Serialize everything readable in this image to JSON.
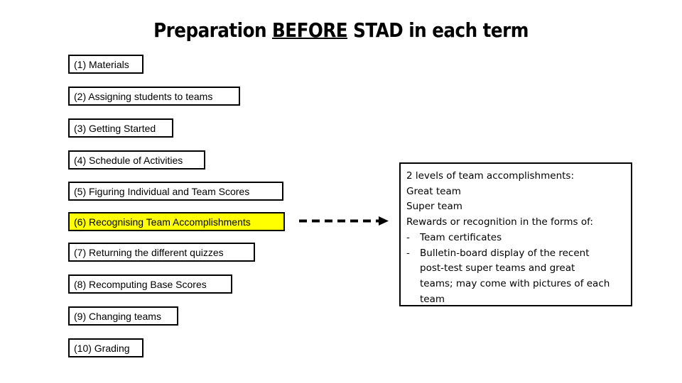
{
  "slide": {
    "title_prefix": "Preparation ",
    "title_underlined": "BEFORE",
    "title_suffix": " STAD in each term",
    "background_color": "#ffffff",
    "text_color": "#000000",
    "highlight_color": "#FFFF00"
  },
  "steps": [
    {
      "number": "(1)",
      "label": "(1) Materials",
      "highlighted": false
    },
    {
      "number": "(2)",
      "label": "(2) Assigning students to teams",
      "highlighted": false
    },
    {
      "number": "(3)",
      "label": "(3) Getting Started",
      "highlighted": false
    },
    {
      "number": "(4)",
      "label": "(4) Schedule of Activities",
      "highlighted": false
    },
    {
      "number": "(5)",
      "label": "(5) Figuring Individual and Team Scores",
      "highlighted": false
    },
    {
      "number": "(6)",
      "label": "(6) Recognising Team Accomplishments",
      "highlighted": true
    },
    {
      "number": "(7)",
      "label": "(7) Returning the different quizzes",
      "highlighted": false
    },
    {
      "number": "(8)",
      "label": "(8) Recomputing Base Scores",
      "highlighted": false
    },
    {
      "number": "(9)",
      "label": "(9) Changing teams",
      "highlighted": false
    },
    {
      "number": "(10)",
      "label": "(10) Grading",
      "highlighted": false
    }
  ],
  "arrow": {
    "name": "dashed-arrow-right",
    "direction": "right",
    "style": "dashed",
    "color": "#000000"
  },
  "detail": {
    "line1": "2 levels of team accomplishments:",
    "line2": "Great team",
    "line3": "Super team",
    "line4": "Rewards or recognition in the forms of:",
    "bullet_marker": "-",
    "bullet1": "Team certificates",
    "bullet2": "Bulletin-board display of the recent",
    "bullet2_cont1": "post-test  super teams and great",
    "bullet2_cont2": "teams; may come with pictures of each",
    "bullet2_cont3": "team"
  }
}
